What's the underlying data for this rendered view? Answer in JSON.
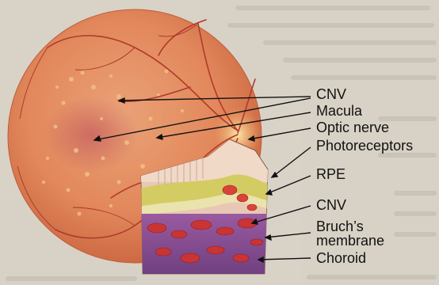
{
  "diagram": {
    "labels": [
      {
        "id": "cnv-top",
        "text": "CNV"
      },
      {
        "id": "macula",
        "text": "Macula"
      },
      {
        "id": "optic-nerve",
        "text": "Optic nerve"
      },
      {
        "id": "photoreceptors",
        "text": "Photoreceptors"
      },
      {
        "id": "rpe",
        "text": "RPE"
      },
      {
        "id": "cnv-bottom",
        "text": "CNV"
      },
      {
        "id": "bruchs-line1",
        "text": "Bruch’s"
      },
      {
        "id": "bruchs-line2",
        "text": "membrane"
      },
      {
        "id": "choroid",
        "text": "Choroid"
      }
    ]
  },
  "colors": {
    "retina": "#e48f62",
    "retina_edge": "#c96b43",
    "vessel": "#b13a2c",
    "photoreceptor_layer": "#f0d6c4",
    "rpe_layer": "#d5cf6c",
    "bruch_layer": "#e8e1a8",
    "choroid": "#8c4d8e",
    "blood": "#c93434",
    "label_text": "#111111",
    "pointer_line": "#111111"
  }
}
